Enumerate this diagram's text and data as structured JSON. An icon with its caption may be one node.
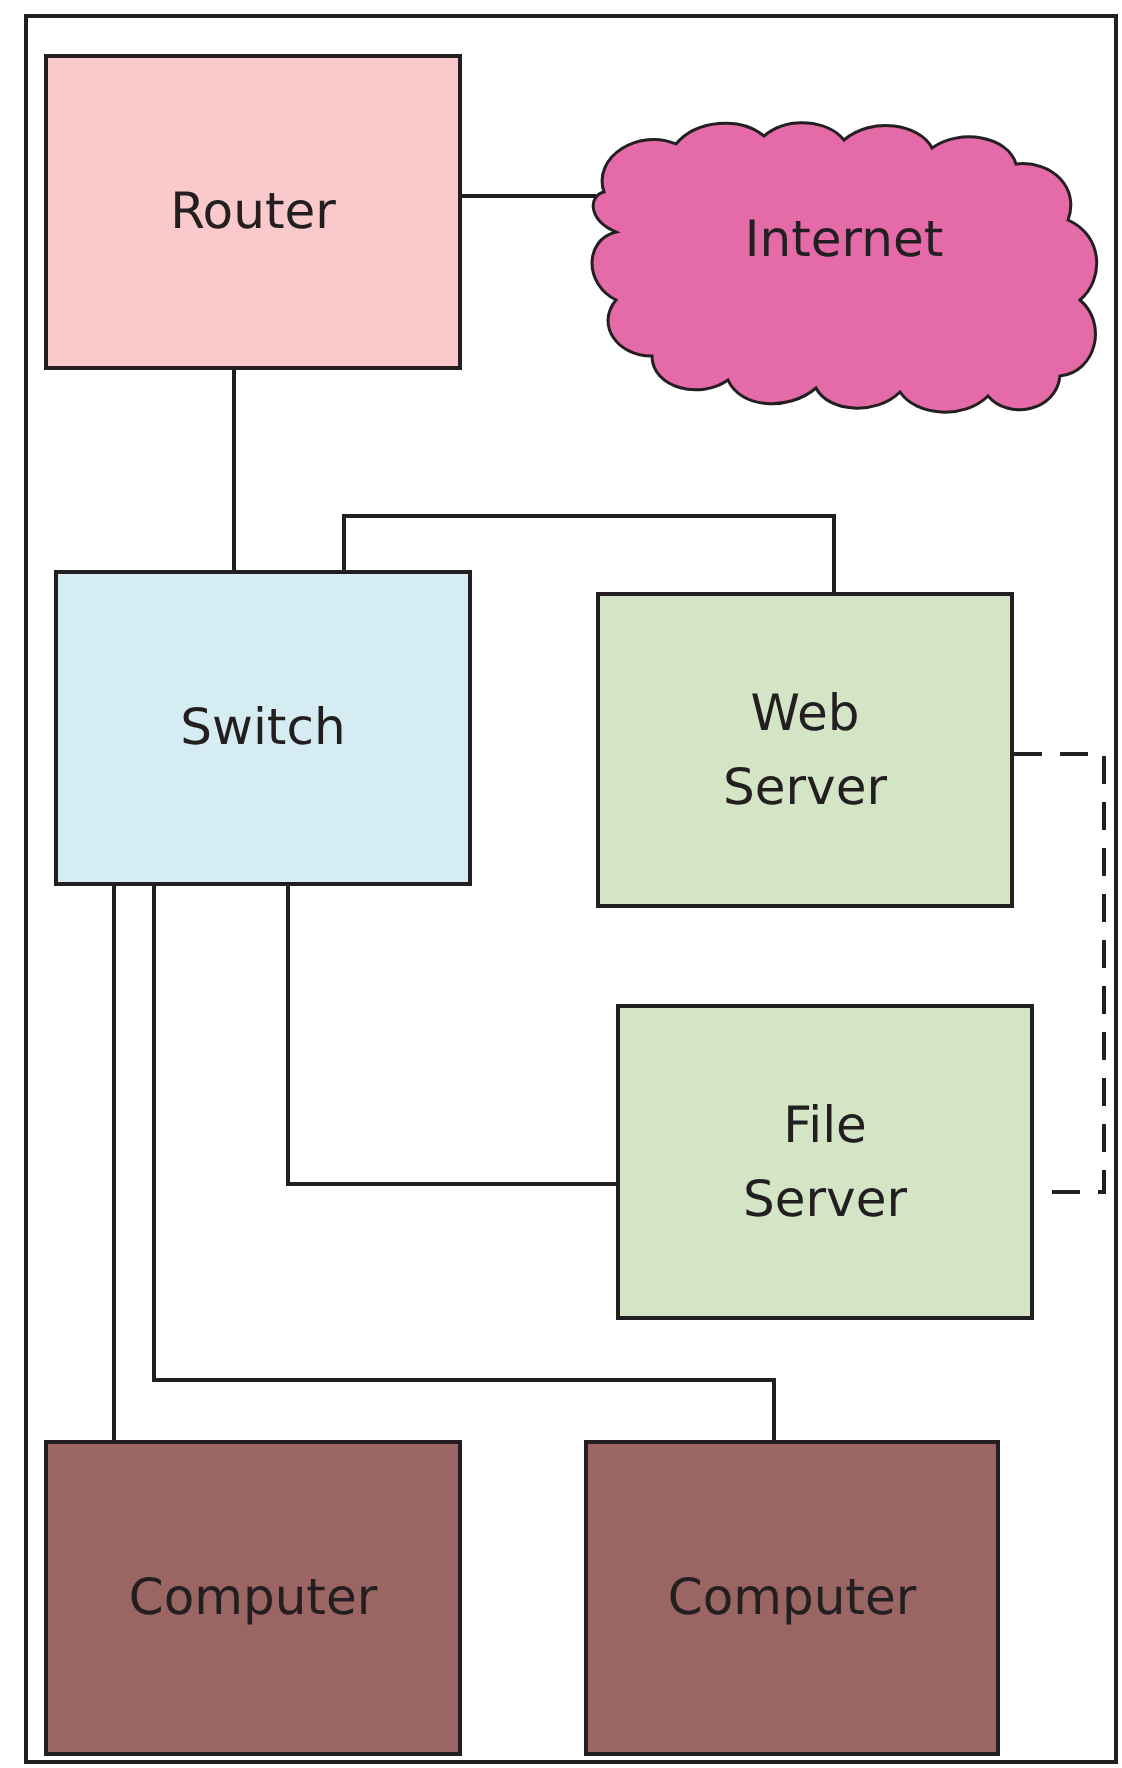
{
  "diagram": {
    "nodes": [
      {
        "text": [
          "Router"
        ]
      },
      {
        "text": [
          "Internet"
        ]
      },
      {
        "text": [
          "Switch"
        ]
      },
      {
        "text": [
          "Web Server"
        ]
      },
      {
        "text": [
          "File Server"
        ]
      },
      {
        "text": [
          "Computer"
        ]
      },
      {
        "text": [
          "Computer"
        ]
      }
    ],
    "edges": [
      {
        "from": 0,
        "to": 1,
        "arrow": "none"
      },
      {
        "from": 0,
        "to": 2,
        "arrow": "none"
      },
      {
        "from": 2,
        "to": 3,
        "arrow": "none"
      },
      {
        "from": 2,
        "to": 4,
        "arrow": "none"
      },
      {
        "from": 2,
        "to": 5,
        "arrow": "none"
      },
      {
        "from": 2,
        "to": 6,
        "arrow": "none"
      },
      {
        "from": 3,
        "to": 4,
        "arrow": "none",
        "style": "dashed"
      }
    ]
  }
}
